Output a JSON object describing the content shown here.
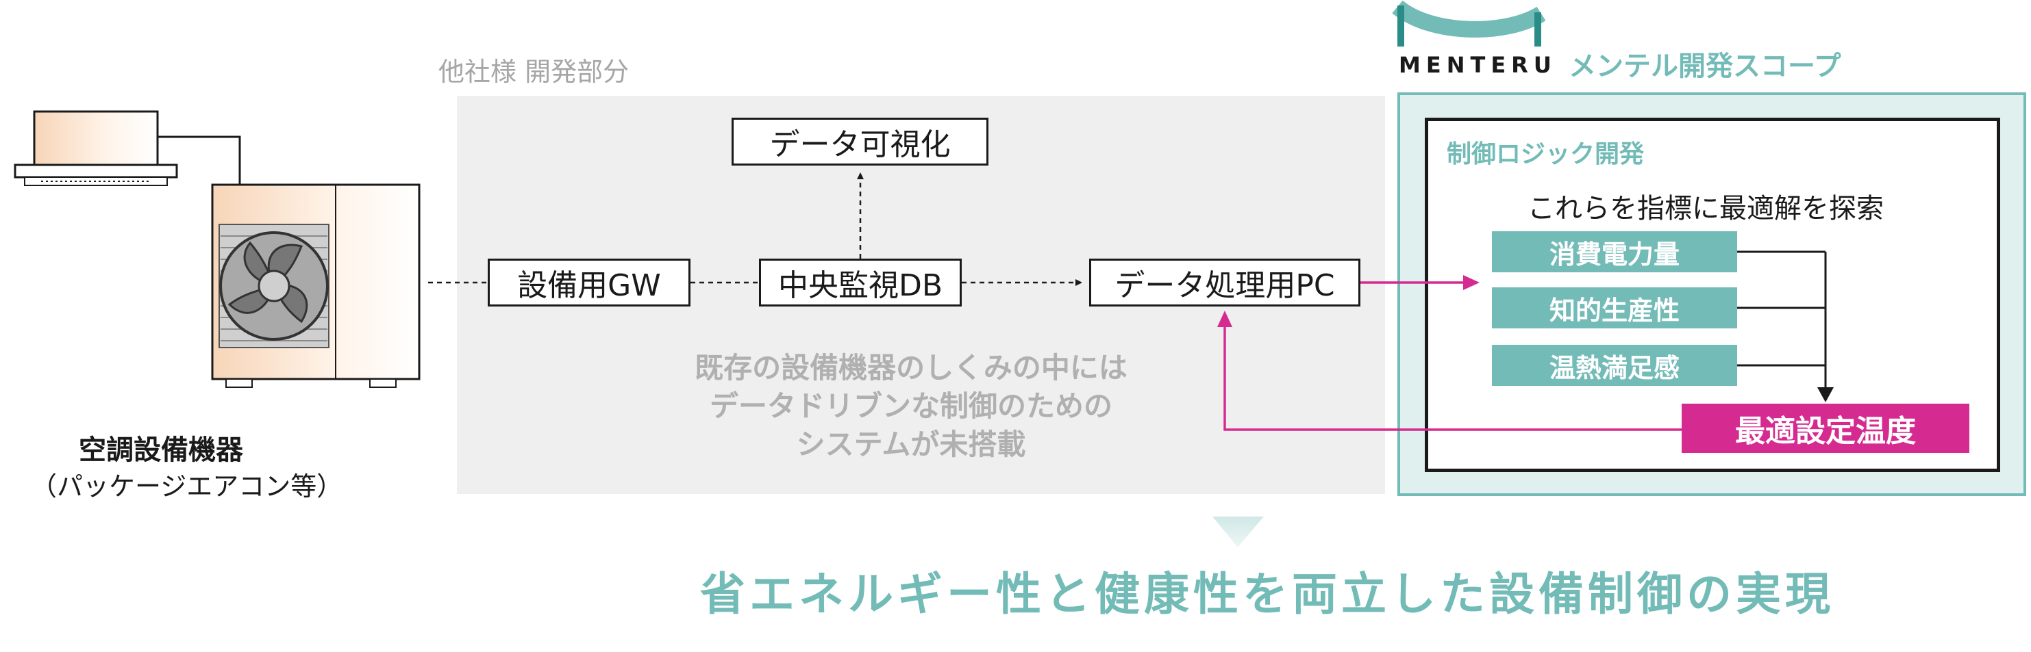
{
  "colors": {
    "teal": "#73bbb7",
    "teal_light": "#dff0ee",
    "magenta": "#d52b91",
    "vendor_gray": "#efefef",
    "text_gray": "#a6a6a6"
  },
  "device": {
    "name": "空調設備機器",
    "subtitle": "（パッケージエアコン等）"
  },
  "vendor": {
    "label": "他社様 開発部分",
    "visualization": "データ可視化",
    "gateway": "設備用GW",
    "central_db": "中央監視DB",
    "processing_pc": "データ処理用PC",
    "note_lines": [
      "既存の設備機器のしくみの中には",
      "データドリブンな制御のための",
      "システムが未搭載"
    ]
  },
  "scope": {
    "brand": "MENTERU",
    "title": "メンテル開発スコープ",
    "logic_title": "制御ロジック開発",
    "search_text": "これらを指標に最適解を探索",
    "metrics": [
      "消費電力量",
      "知的生産性",
      "温熱満足感"
    ],
    "optimal": "最適設定温度"
  },
  "footer": {
    "title": "省エネルギー性と健康性を両立した設備制御の実現"
  },
  "icons": [
    "air-conditioner-indoor-unit-icon",
    "outdoor-unit-fan-icon",
    "menteru-logo-arch-icon"
  ]
}
